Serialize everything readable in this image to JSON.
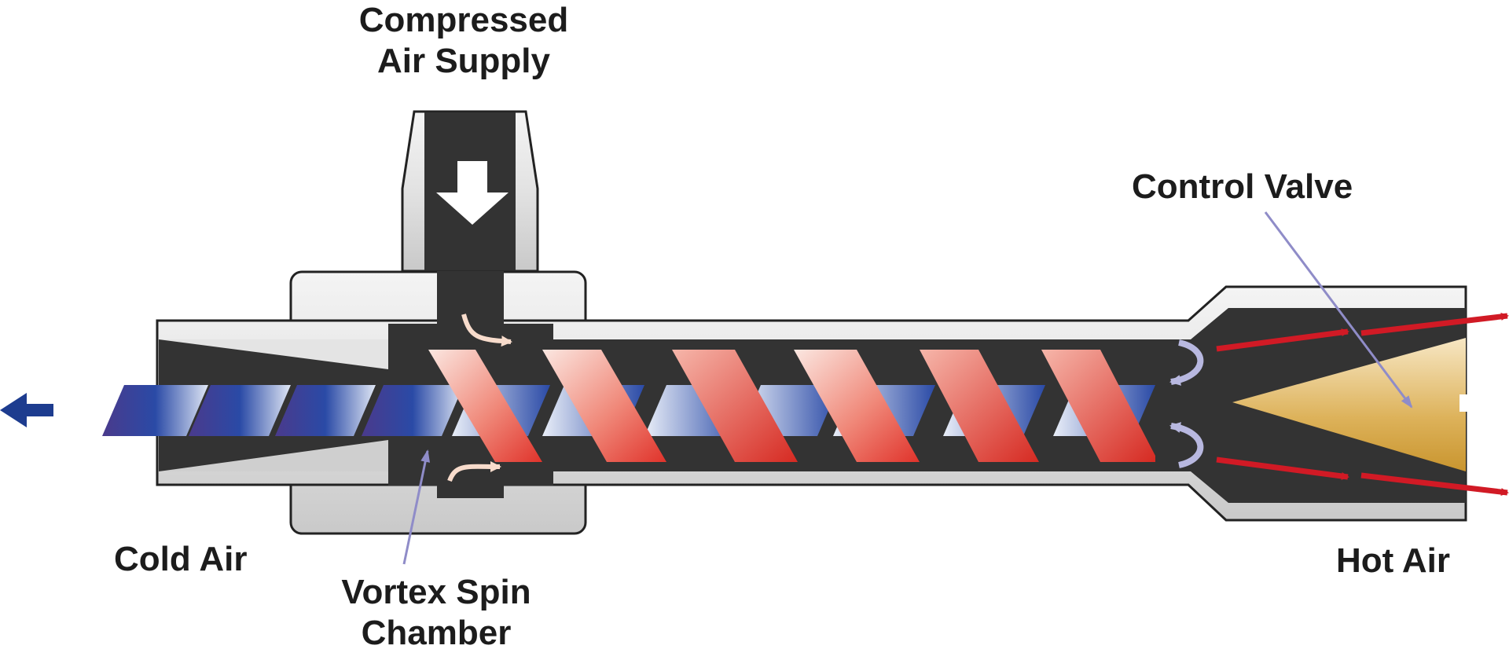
{
  "labels": {
    "compressed_air_supply": [
      "Compressed",
      "Air Supply"
    ],
    "control_valve": "Control Valve",
    "cold_air": "Cold Air",
    "hot_air": "Hot Air",
    "vortex_spin_chamber": [
      "Vortex Spin",
      "Chamber"
    ]
  },
  "colors": {
    "tube_body": "#dcdcdc",
    "tube_outline": "#222222",
    "tube_interior": "#333333",
    "cold_flow": "#2a3f9a",
    "hot_flow": "#e0332b",
    "hot_arrow": "#d11a25",
    "cold_arrow": "#1d3c8f",
    "valve_cone": "#d7a83a",
    "leader_line": "#8f8cc8"
  },
  "icons": [
    "down-arrow-icon",
    "cold-exit-arrow-icon",
    "hot-exit-arrow-icon",
    "swirl-arrow-icon",
    "return-curl-arrow-icon"
  ]
}
